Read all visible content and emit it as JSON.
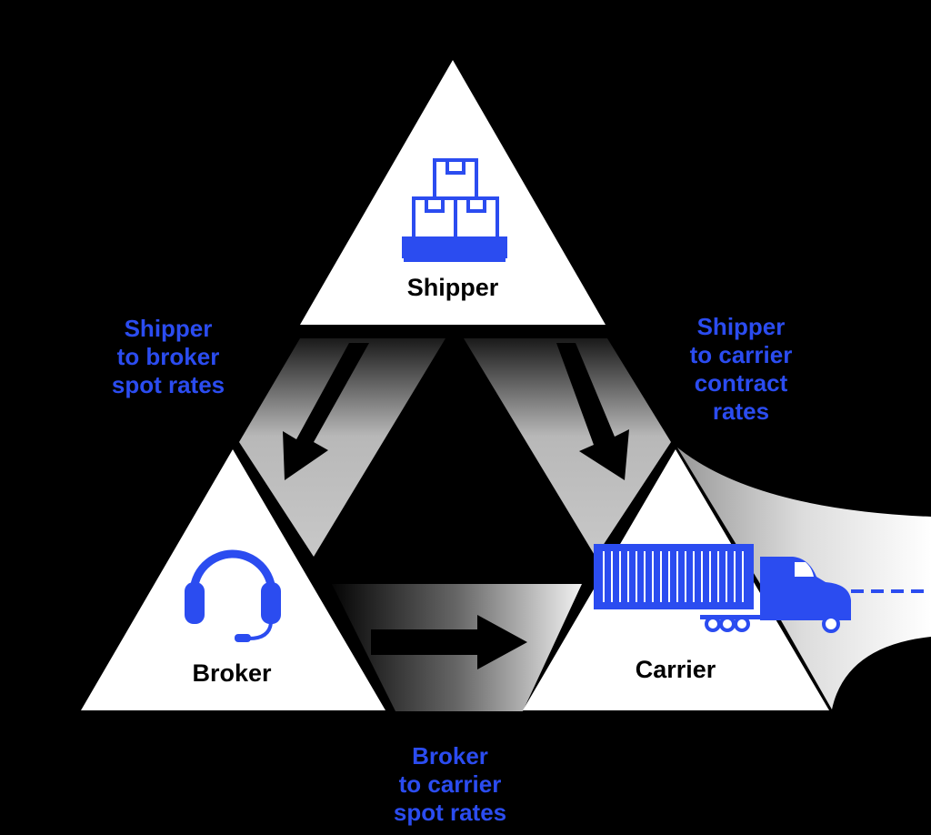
{
  "nodes": {
    "shipper": {
      "label": "Shipper",
      "icon": "pallet-boxes-icon"
    },
    "broker": {
      "label": "Broker",
      "icon": "headset-icon"
    },
    "carrier": {
      "label": "Carrier",
      "icon": "semi-truck-icon"
    }
  },
  "edges": {
    "shipper_broker": {
      "lines": [
        "Shipper",
        "to broker",
        "spot rates"
      ]
    },
    "shipper_carrier": {
      "lines": [
        "Shipper",
        "to carrier",
        "contract",
        "rates"
      ]
    },
    "broker_carrier": {
      "lines": [
        "Broker",
        "to carrier",
        "spot rates"
      ]
    }
  },
  "colors": {
    "accent": "#2b4cf0",
    "background": "#000000",
    "node_fill": "#ffffff"
  }
}
